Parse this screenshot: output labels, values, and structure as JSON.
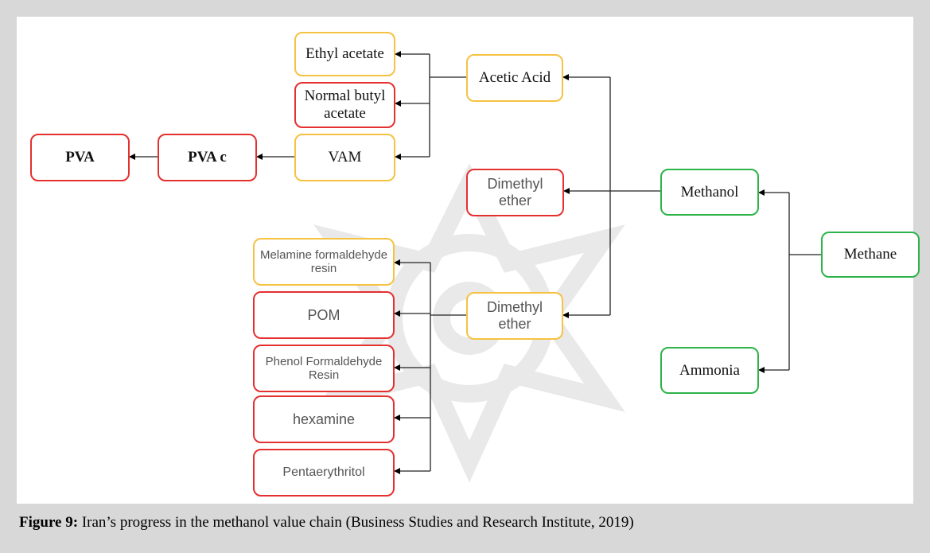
{
  "nodes": {
    "ethyl_acetate": "Ethyl acetate",
    "normal_butyl_acetate": "Normal butyl acetate",
    "vam": "VAM",
    "pvac": "PVA c",
    "pva": "PVA",
    "acetic_acid": "Acetic Acid",
    "dimethyl_ether_upper": "Dimethyl ether",
    "methanol": "Methanol",
    "methane": "Methane",
    "melamine_resin": "Melamine formaldehyde resin",
    "pom": "POM",
    "phenol_resin": "Phenol Formaldehyde Resin",
    "hexamine": "hexamine",
    "pentaerythritol": "Pentaerythritol",
    "dimethyl_ether_lower": "Dimethyl ether",
    "ammonia": "Ammonia"
  },
  "colors": {
    "red": "#e53030",
    "orange": "#f5c242",
    "green": "#2db34a",
    "frame": "#d8d8d8"
  },
  "caption": {
    "label": "Figure 9:",
    "text": " Iran’s progress in the methanol value chain (Business Studies and Research Institute, 2019)"
  }
}
